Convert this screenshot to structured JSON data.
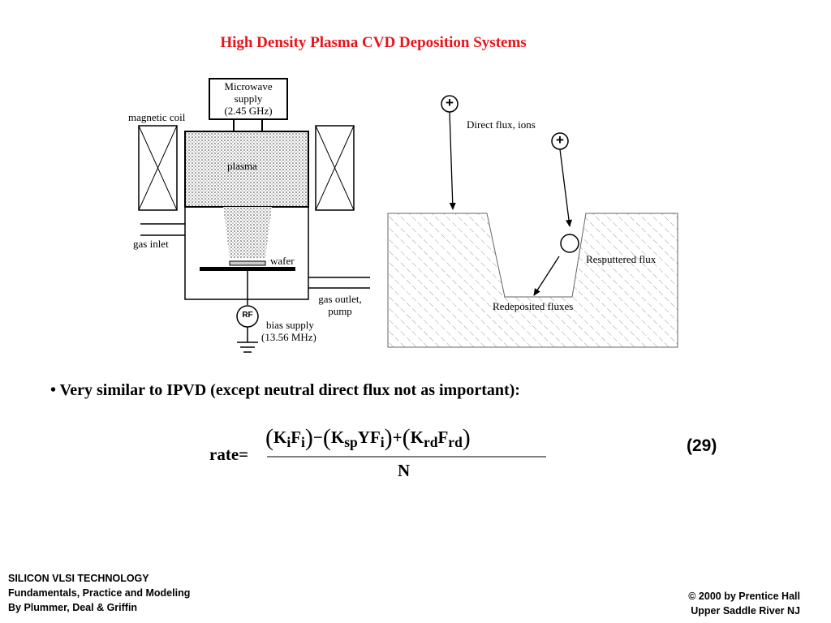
{
  "title": "High Density Plasma CVD Deposition Systems",
  "left_diagram": {
    "microwave_line1": "Microwave",
    "microwave_line2": "supply",
    "microwave_line3": "(2.45 GHz)",
    "magnetic_coil": "magnetic coil",
    "plasma": "plasma",
    "gas_inlet": "gas inlet",
    "wafer": "wafer",
    "gas_outlet_line1": "gas outlet,",
    "gas_outlet_line2": "pump",
    "rf": "RF",
    "bias_line1": "bias supply",
    "bias_line2": "(13.56 MHz)"
  },
  "right_diagram": {
    "ion_symbol": "+",
    "direct_flux": "Direct flux, ions",
    "resputtered": "Resputtered flux",
    "redeposited": "Redeposited fluxes"
  },
  "bullet": "• Very similar to IPVD (except neutral direct flux not as important):",
  "equation": {
    "lhs": "rate",
    "equals": "=",
    "numerator_K1": "K",
    "numerator_i1": "i",
    "numerator_F1": "F",
    "numerator_i2": "i",
    "minus": "−",
    "K_sp": "K",
    "sub_sp": "sp",
    "Y": "Y",
    "F2": "F",
    "sub_i3": "i",
    "plus": "+",
    "K_rd": "K",
    "sub_rd": "rd",
    "F_rd": "F",
    "sub_rd2": "rd",
    "denominator": "N",
    "number": "(29)"
  },
  "footer_left": {
    "line1": "SILICON VLSI TECHNOLOGY",
    "line2": "Fundamentals, Practice and Modeling",
    "line3": "By Plummer, Deal & Griffin"
  },
  "footer_right": {
    "line1": "© 2000 by Prentice Hall",
    "line2": "Upper Saddle River NJ"
  },
  "colors": {
    "title": "#e8141b",
    "ink": "#000000",
    "hatch": "#9a9a9a"
  }
}
